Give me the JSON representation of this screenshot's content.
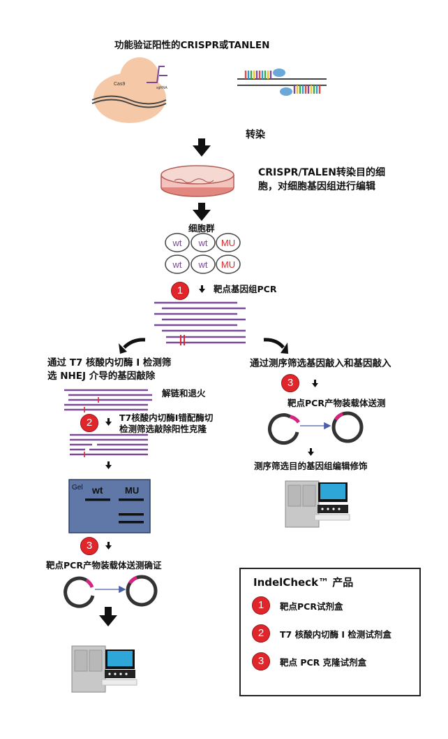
{
  "title": "功能验证阳性的CRISPR或TANLEN",
  "cas9_label": "Cas9",
  "sgrna_label": "sgRNA",
  "transfection_label": "转染",
  "transfect_desc": [
    "CRISPR/TALEN转染目的细",
    "胞，对细胞基因组进行编辑"
  ],
  "cell_population_label": "细胞群",
  "cells": [
    "wt",
    "wt",
    "MU",
    "wt",
    "wt",
    "MU"
  ],
  "step1_label": "靶点基因组PCR",
  "left_branch_title": [
    "通过 T7 核酸内切酶 I 检测筛",
    "选 NHEJ 介导的基因敲除"
  ],
  "denature_label": "解链和退火",
  "t7_label": [
    "T7核酸内切酶I错配酶切",
    "检测筛选敲除阳性克隆"
  ],
  "gel": {
    "gel": "Gel",
    "wt": "wt",
    "mu": "MU"
  },
  "left_step3_label": "靶点PCR产物装载体送测确证",
  "right_branch_title": "通过测序筛选基因敲入和基因敲入",
  "right_step3_label": "靶点PCR产物装载体送测",
  "sequencing_label": "测序筛选目的基因组编辑修饰",
  "badges": {
    "one": "1",
    "two": "2",
    "three": "3"
  },
  "legend": {
    "title": "IndelCheck™ 产品",
    "items": [
      {
        "num": "1",
        "label": "靶点PCR试剂盒"
      },
      {
        "num": "2",
        "label": "T7 核酸内切酶 I 检测试剂盒"
      },
      {
        "num": "3",
        "label": "靶点 PCR 克隆试剂盒"
      }
    ]
  },
  "colors": {
    "purple": "#7a4a98",
    "red": "#e0262b",
    "magenta": "#d6247e",
    "gel_blue": "#5f78a8",
    "cell_pink": "#f2b8a8"
  }
}
